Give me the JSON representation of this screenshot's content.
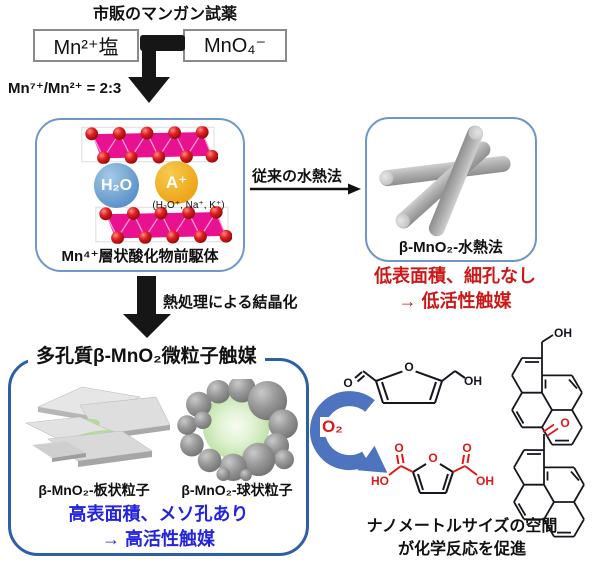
{
  "top": {
    "title": "市販のマンガン試薬",
    "reagent_left": "Mn²⁺塩",
    "reagent_right": "MnO₄⁻",
    "ratio": "Mn⁷⁺/Mn²⁺ = 2:3"
  },
  "precursor": {
    "water": "H₂O",
    "cation": "A⁺",
    "cation_detail": "(H₃O⁺, Na⁺, K⁺)",
    "label": "Mn⁴⁺層状酸化物前駆体"
  },
  "hydrothermal": {
    "arrow_label": "従来の水熱法",
    "product_label": "β-MnO₂-水熱法",
    "result_line1": "低表面積、細孔なし",
    "result_line2": "→ 低活性触媒"
  },
  "crystallization": {
    "arrow_label": "熱処理による結晶化"
  },
  "porous": {
    "title": "多孔質β-MnO₂微粒子触媒",
    "plate_label": "β-MnO₂-板状粒子",
    "sphere_label": "β-MnO₂-球状粒子",
    "result_line1": "高表面積、メソ孔あり",
    "result_line2": "→ 高活性触媒"
  },
  "reaction": {
    "oxidant": "O₂",
    "caption_line1": "ナノメートルサイズの空間",
    "caption_line2": "が化学反応を促進"
  },
  "atoms": {
    "o": "O",
    "oh": "OH",
    "ho": "HO"
  },
  "colors": {
    "box_border_blue": "#6f96c8",
    "porous_border_blue": "#2d5fa6",
    "negative_red": "#cc1818",
    "positive_blue": "#2424dd",
    "o2_red": "#e01818",
    "layer_magenta": "#e81190",
    "curved_arrow_blue": "#4f74bf"
  }
}
